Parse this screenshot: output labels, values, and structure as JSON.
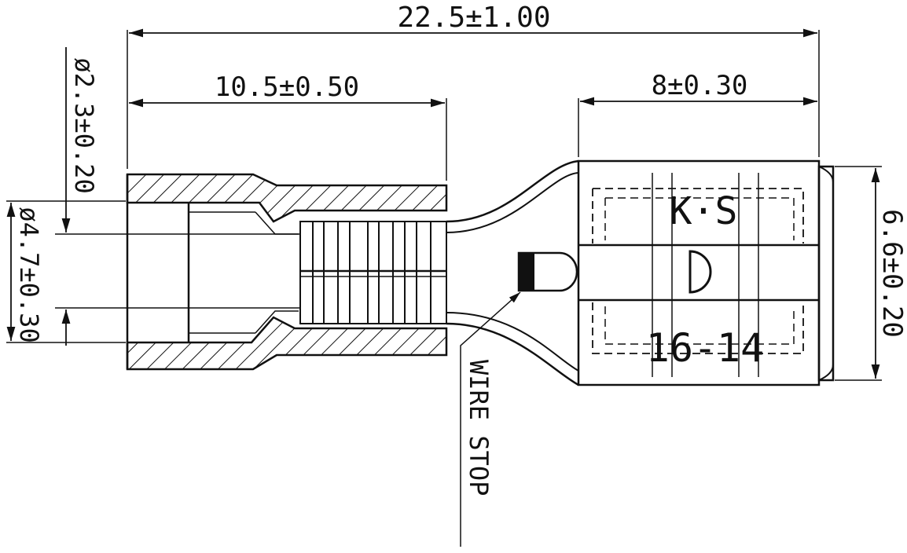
{
  "dimensions": {
    "overall_length": "22.5±1.00",
    "barrel_length": "10.5±0.50",
    "receptacle_length": "8±0.30",
    "receptacle_width": "6.6±0.20",
    "wire_diameter": "ø2.3±0.20",
    "sleeve_diameter": "ø4.7±0.30"
  },
  "markings": {
    "brand": "K·S",
    "gauge": "16-14"
  },
  "callouts": {
    "wire_stop": "WIRE STOP"
  },
  "colors": {
    "line": "#111111",
    "background": "#ffffff"
  }
}
